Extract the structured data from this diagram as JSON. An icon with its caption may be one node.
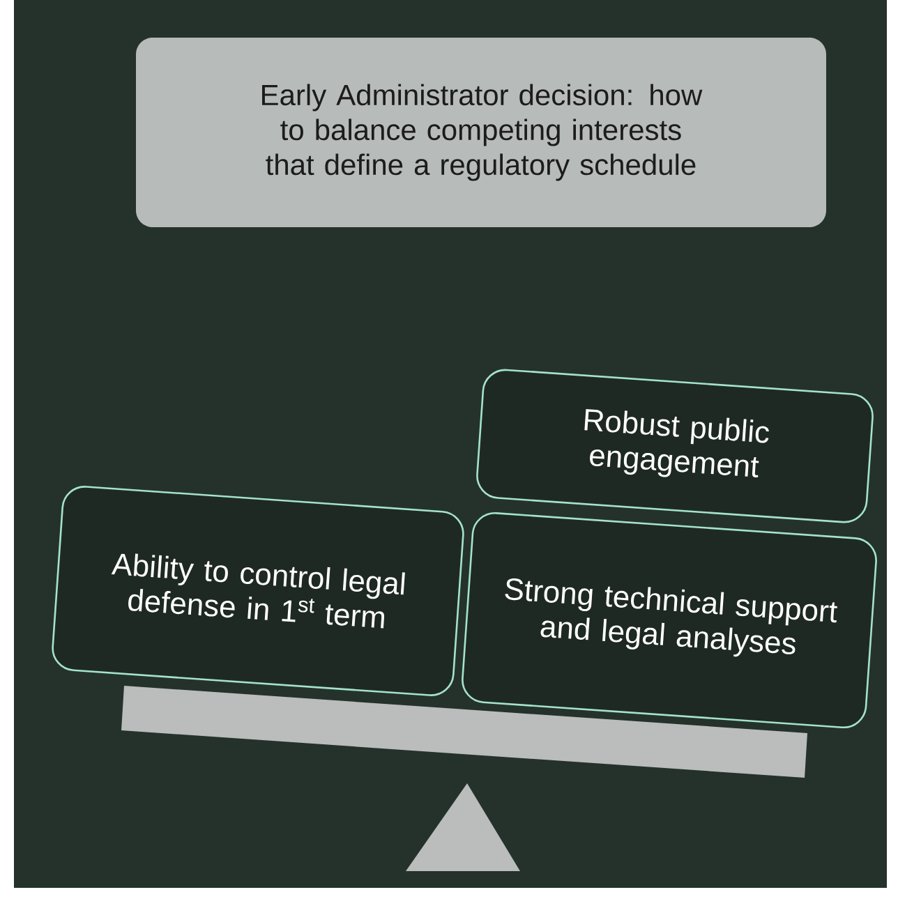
{
  "diagram": {
    "nodes": [
      {
        "text": [
          "Early Administrator decision: how to balance competing interests that define a regulatory schedule"
        ]
      },
      {
        "text": [
          "Robust public engagement"
        ]
      },
      {
        "text": [
          "Ability to control legal defense in 1$^{st}$ term"
        ]
      },
      {
        "text": [
          "Strong technical support and legal analyses"
        ]
      }
    ]
  }
}
